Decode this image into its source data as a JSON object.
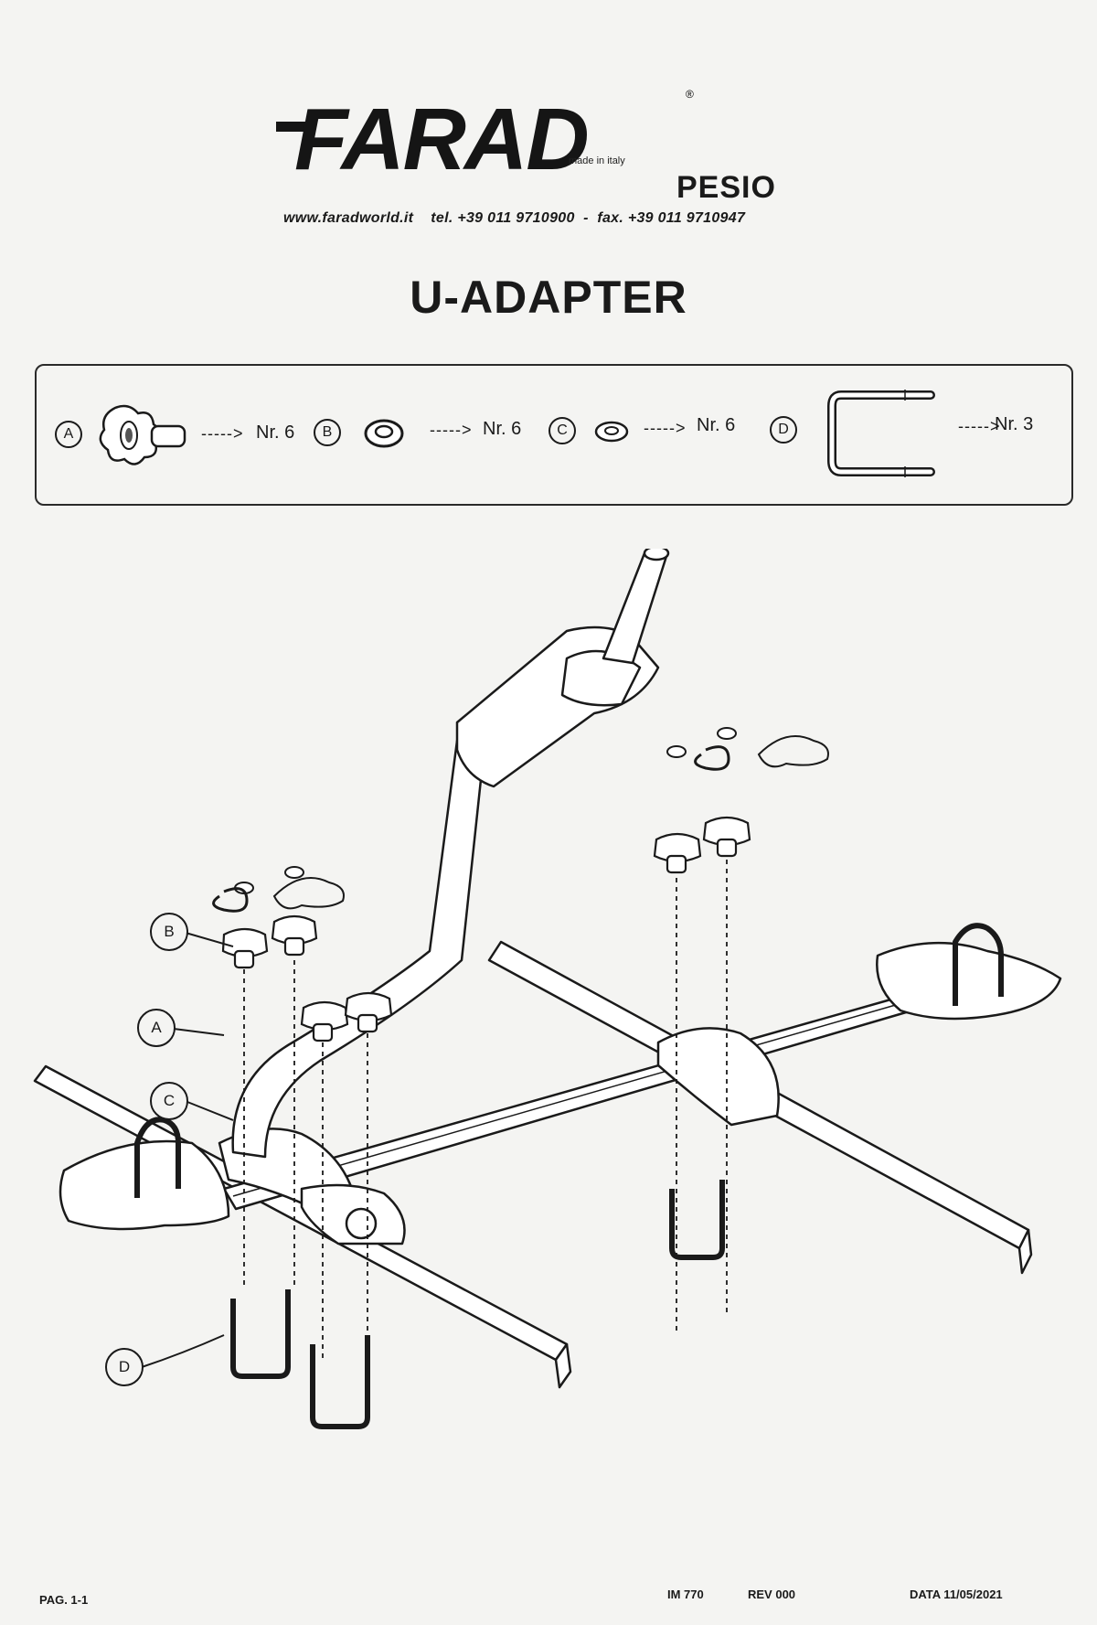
{
  "header": {
    "logo_text": "FARAD",
    "registered_mark": "®",
    "made_in": "made in italy",
    "product_name": "PESIO",
    "contact": {
      "website": "www.faradworld.it",
      "tel": "tel. +39 011 9710900",
      "separator": "-",
      "fax": "fax. +39 011 9710947"
    }
  },
  "title": "U-ADAPTER",
  "parts": [
    {
      "letter": "A",
      "arrow": "----->",
      "qty": "Nr. 6",
      "icon": "knob-icon"
    },
    {
      "letter": "B",
      "arrow": "----->",
      "qty": "Nr. 6",
      "icon": "nut-icon"
    },
    {
      "letter": "C",
      "arrow": "----->",
      "qty": "Nr. 6",
      "icon": "washer-icon"
    },
    {
      "letter": "D",
      "arrow": "----->",
      "qty": "Nr. 3",
      "icon": "u-bolt-icon"
    }
  ],
  "callouts": [
    "B",
    "A",
    "C",
    "D"
  ],
  "footer": {
    "page": "PAG. 1-1",
    "im": "IM 770",
    "rev": "REV 000",
    "date": "DATA 11/05/2021"
  },
  "colors": {
    "ink": "#1a1a1a",
    "paper": "#f4f4f2"
  }
}
